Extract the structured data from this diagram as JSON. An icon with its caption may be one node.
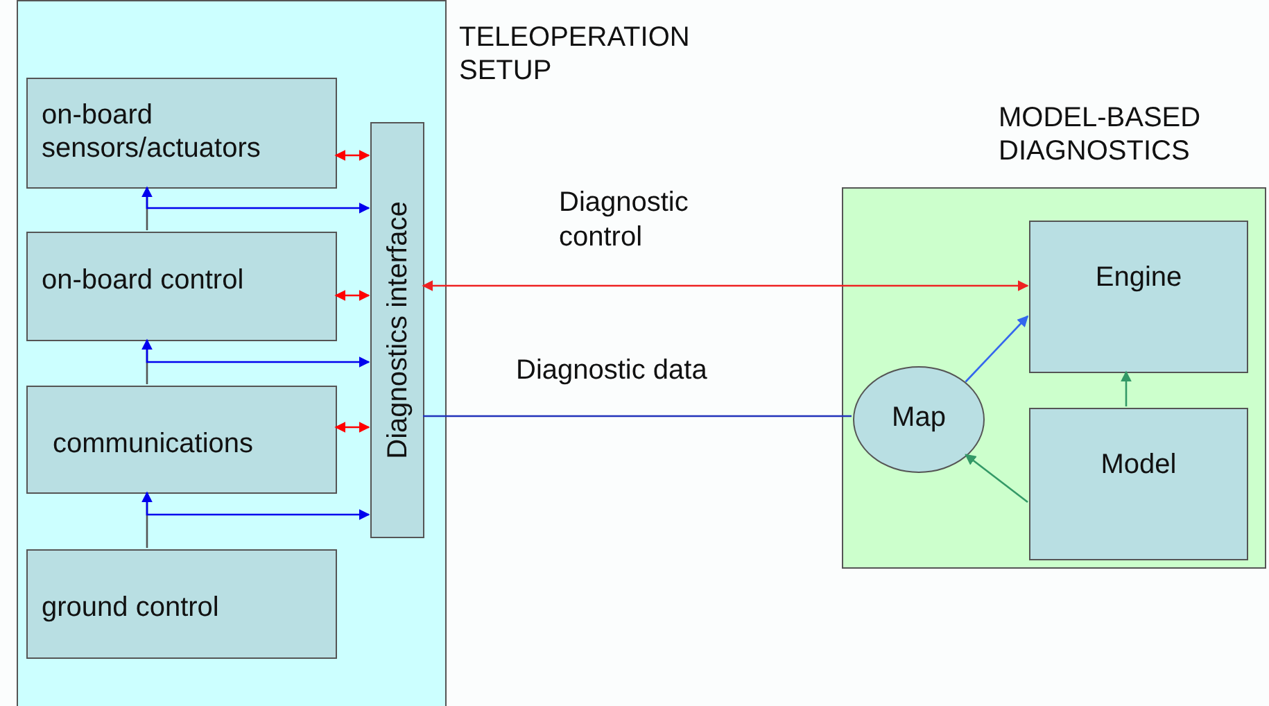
{
  "diagram": {
    "nodes": [
      {
        "text": [
          "TELEOPERATION SETUP"
        ]
      },
      {
        "text": [
          "on-board sensors/actuators"
        ],
        "in": 0
      },
      {
        "text": [
          "on-board control"
        ],
        "in": 0
      },
      {
        "text": [
          "communications"
        ],
        "in": 0
      },
      {
        "text": [
          "ground control"
        ],
        "in": 0
      },
      {
        "text": [
          "Diagnostics interface"
        ],
        "in": 0
      },
      {
        "text": [
          "MODEL-BASED DIAGNOSTICS"
        ]
      },
      {
        "text": [
          "Engine"
        ],
        "in": 6
      },
      {
        "text": [
          "Map"
        ],
        "in": 6
      },
      {
        "text": [
          "Model"
        ],
        "in": 6
      }
    ],
    "edges": [
      {
        "from": 1,
        "to": 2,
        "arrow": "none"
      },
      {
        "from": 2,
        "to": 3,
        "arrow": "none"
      },
      {
        "from": 3,
        "to": 4,
        "arrow": "none"
      },
      {
        "from": 1,
        "to": 5,
        "arrow": "both",
        "color": "#ff0000"
      },
      {
        "from": 2,
        "to": 5,
        "arrow": "both",
        "color": "#ff0000"
      },
      {
        "from": 3,
        "to": 5,
        "arrow": "both",
        "color": "#ff0000"
      },
      {
        "from": 1,
        "to": 5,
        "arrow": "both",
        "color": "#0000ee"
      },
      {
        "from": 2,
        "to": 5,
        "arrow": "both",
        "color": "#0000ee"
      },
      {
        "from": 3,
        "to": 5,
        "arrow": "both",
        "color": "#0000ee"
      },
      {
        "from": 5,
        "to": 7,
        "arrow": "both",
        "label": "Diagnostic control",
        "color": "#ee2222"
      },
      {
        "from": 5,
        "to": 8,
        "arrow": "none",
        "label": "Diagnostic data",
        "color": "#2233bb"
      },
      {
        "from": 8,
        "to": 7,
        "arrow": "to",
        "color": "#3366ee"
      },
      {
        "from": 9,
        "to": 7,
        "arrow": "to",
        "color": "#339966"
      },
      {
        "from": 9,
        "to": 8,
        "arrow": "to",
        "color": "#339966"
      }
    ]
  }
}
